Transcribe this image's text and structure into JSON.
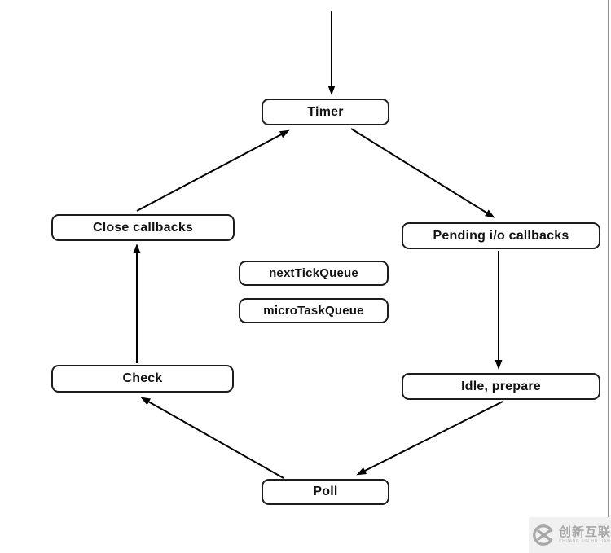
{
  "diagram": {
    "nodes": {
      "timer": {
        "label": "Timer"
      },
      "pending_io_callbacks": {
        "label": "Pending i/o callbacks"
      },
      "idle_prepare": {
        "label": "Idle, prepare"
      },
      "poll": {
        "label": "Poll"
      },
      "check": {
        "label": "Check"
      },
      "close_callbacks": {
        "label": "Close callbacks"
      },
      "next_tick_queue": {
        "label": "nextTickQueue"
      },
      "micro_task_queue": {
        "label": "microTaskQueue"
      }
    },
    "edges": [
      {
        "from": "start",
        "to": "timer"
      },
      {
        "from": "timer",
        "to": "pending_io_callbacks"
      },
      {
        "from": "pending_io_callbacks",
        "to": "idle_prepare"
      },
      {
        "from": "idle_prepare",
        "to": "poll"
      },
      {
        "from": "poll",
        "to": "check"
      },
      {
        "from": "check",
        "to": "close_callbacks"
      },
      {
        "from": "close_callbacks",
        "to": "timer"
      }
    ],
    "colors": {
      "node_border": "#1c1c1c",
      "node_background": "#ffffff",
      "node_text": "#111111",
      "arrow": "#000000"
    }
  },
  "watermark": {
    "brand": "创新互联",
    "brand_sub": "CHUANG XIN HU LIAN",
    "logo": "circle-x-logo",
    "text_color": "#a8a8a8",
    "background": "#f1f1f1"
  }
}
